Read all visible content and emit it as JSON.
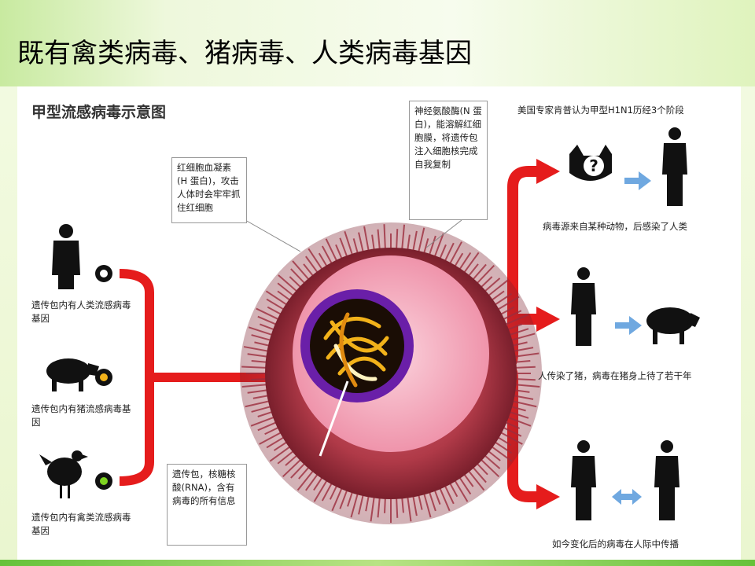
{
  "slide": {
    "title": "既有禽类病毒、猪病毒、人类病毒基因"
  },
  "figure": {
    "title": "甲型流感病毒示意图",
    "callouts": {
      "h_protein": "红细胞血凝素(H 蛋白)，攻击人体时会牢牢抓住红细胞",
      "n_protein": "神经氨酸酶(N 蛋白)，能溶解红细胞膜，将遗传包注入细胞核完成自我复制",
      "rna": "遗传包，核糖核酸(RNA)，含有病毒的所有信息"
    },
    "left_sources": [
      {
        "label": "遗传包内有人类流感病毒基因",
        "icon": "human-icon"
      },
      {
        "label": "遗传包内有猪流感病毒基因",
        "icon": "pig-icon"
      },
      {
        "label": "遗传包内有禽类流感病毒基因",
        "icon": "chicken-icon"
      }
    ],
    "right_header": "美国专家肯普认为甲型H1N1历经3个阶段",
    "right_stages": [
      {
        "label": "病毒源来自某种动物，后感染了人类",
        "question_mark": "?"
      },
      {
        "label": "人传染了猪，病毒在猪身上待了若干年"
      },
      {
        "label": "如今变化后的病毒在人际中传播"
      }
    ],
    "colors": {
      "arrow_red": "#e51c1c",
      "blue_arrow": "#6fa8e0",
      "virus_outer": "#b03a48",
      "virus_shell": "#f2a0b4",
      "virus_core_ring": "#6a1fa8",
      "rna": "#f2b21a"
    }
  }
}
